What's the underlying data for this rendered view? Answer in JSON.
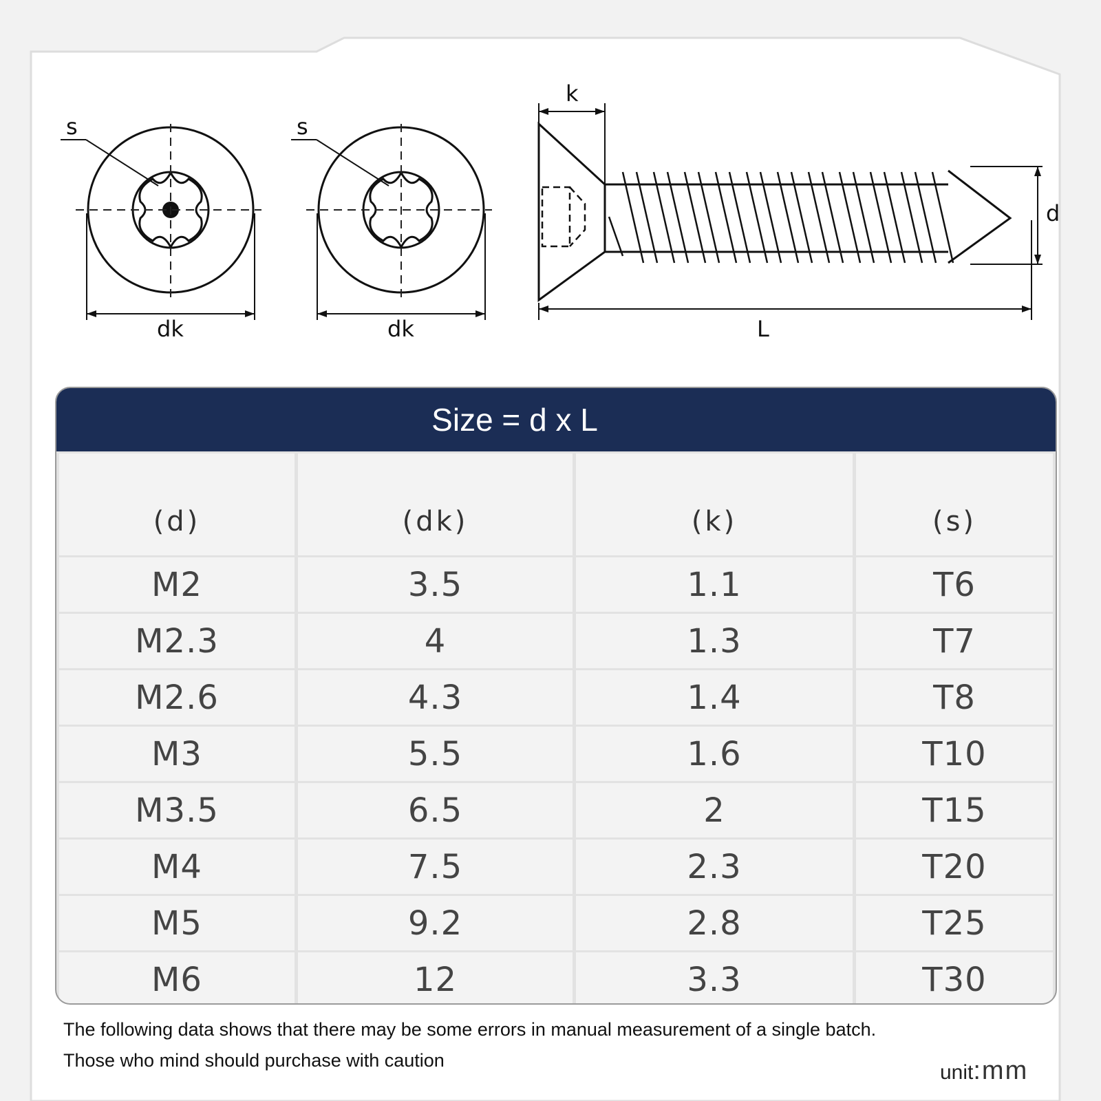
{
  "diagram": {
    "labels": {
      "s_left": "s",
      "s_right": "s",
      "dk_left": "dk",
      "dk_right": "dk",
      "k": "k",
      "d": "d",
      "L": "L"
    }
  },
  "table": {
    "title": "Size = d x L",
    "headers": [
      "(d)",
      "(dk)",
      "(k)",
      "(s)"
    ],
    "rows": [
      [
        "M2",
        "3.5",
        "1.1",
        "T6"
      ],
      [
        "M2.3",
        "4",
        "1.3",
        "T7"
      ],
      [
        "M2.6",
        "4.3",
        "1.4",
        "T8"
      ],
      [
        "M3",
        "5.5",
        "1.6",
        "T10"
      ],
      [
        "M3.5",
        "6.5",
        "2",
        "T15"
      ],
      [
        "M4",
        "7.5",
        "2.3",
        "T20"
      ],
      [
        "M5",
        "9.2",
        "2.8",
        "T25"
      ],
      [
        "M6",
        "12",
        "3.3",
        "T30"
      ]
    ],
    "header_color": "#1b2d55"
  },
  "footer": {
    "note_line1": "The following data shows that there may be some errors in manual measurement of a single batch.",
    "note_line2": "Those who mind should purchase with caution",
    "unit_label": "unit",
    "unit_value": ":mm"
  }
}
